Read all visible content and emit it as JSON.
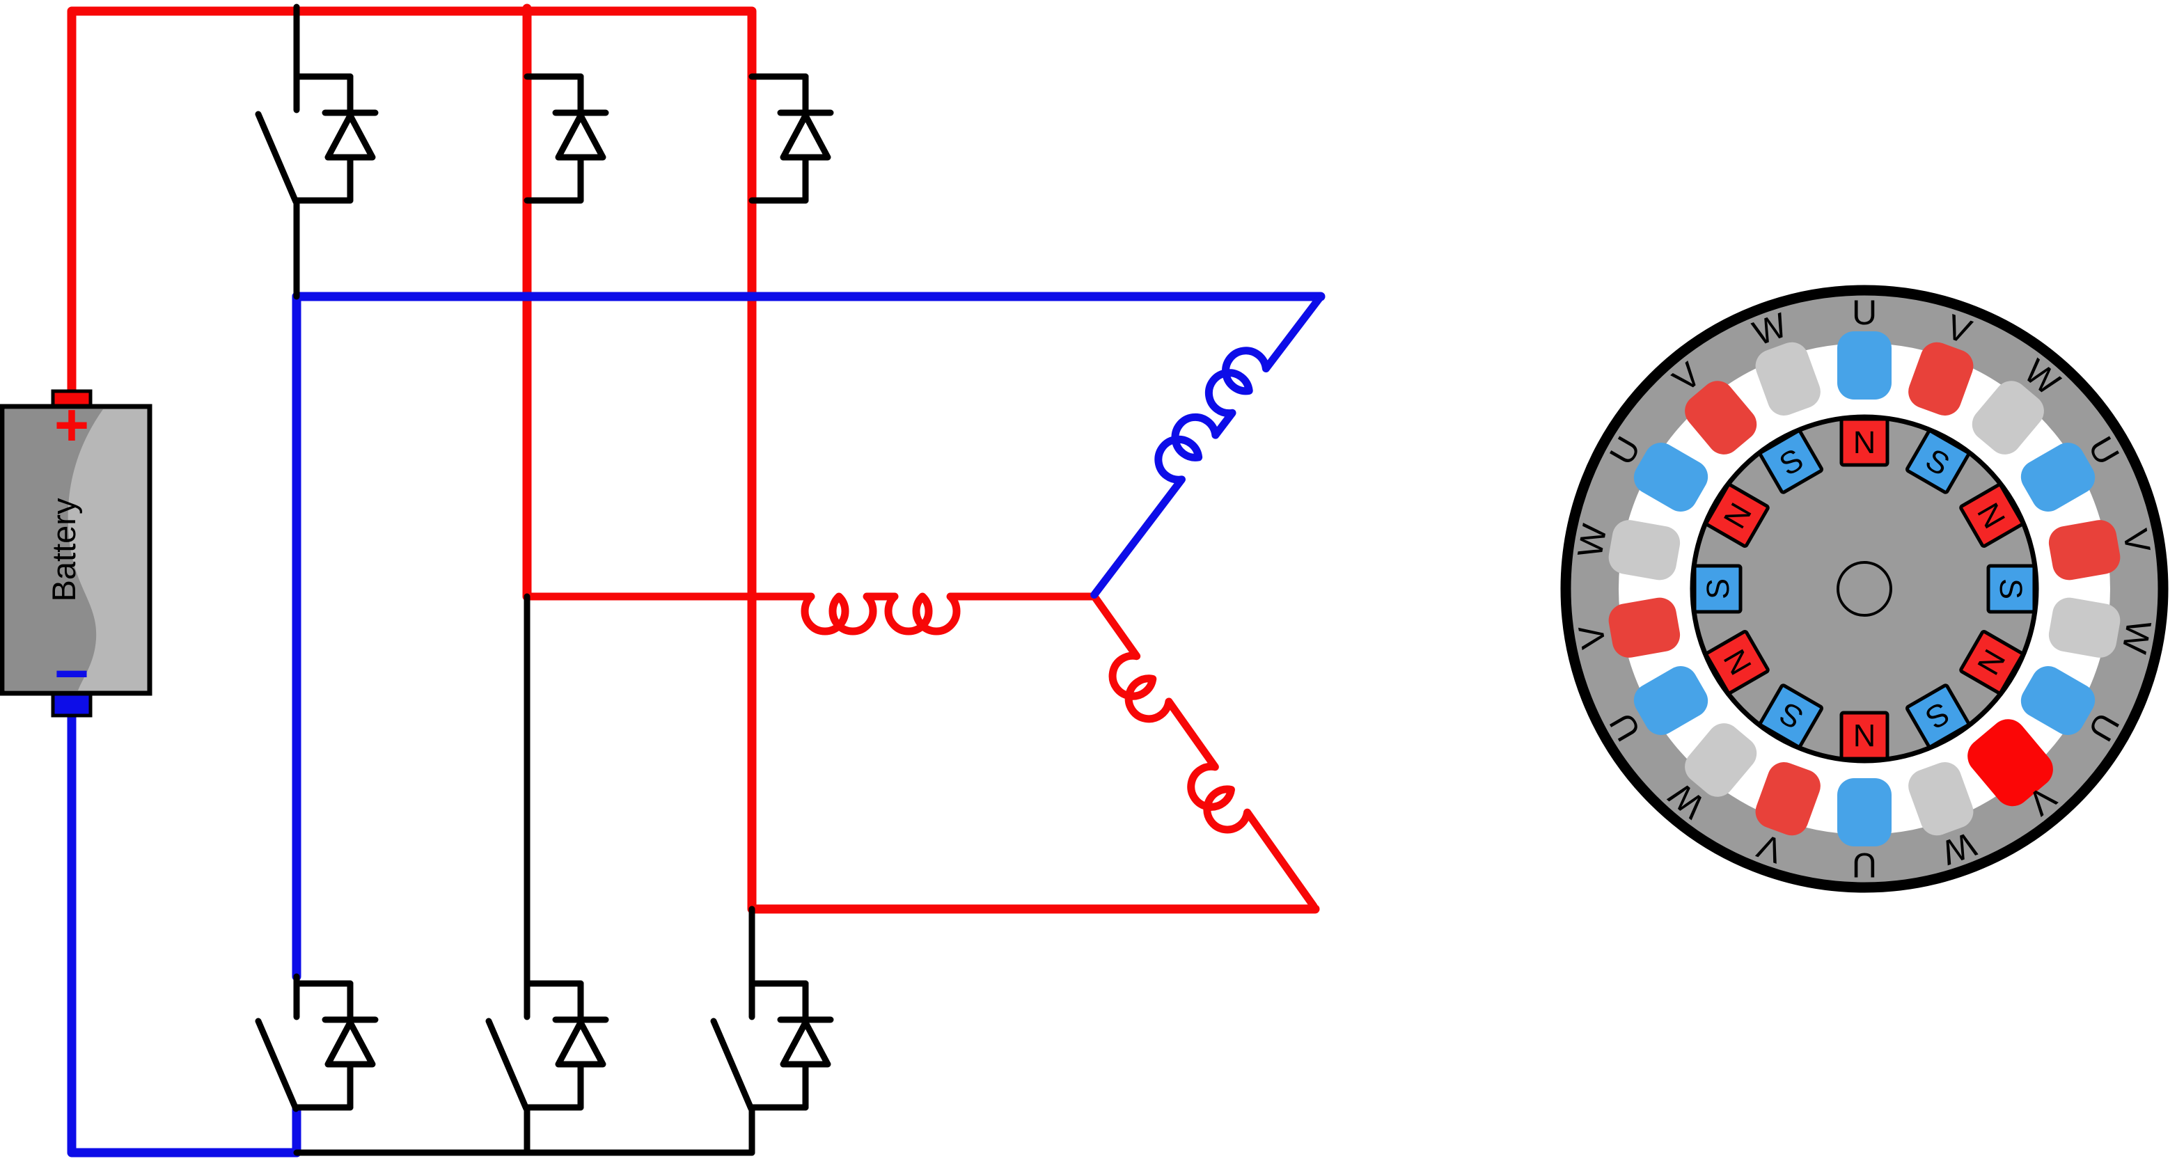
{
  "battery": {
    "label": "Battery",
    "plus_label": "+",
    "minus_label": "−"
  },
  "colors": {
    "wire_red": "#f70707",
    "wire_blue": "#0d0de8",
    "line_black": "#000000",
    "battery_body": "#b7b7b7",
    "battery_shade": "#8d8d8d",
    "motor_gray": "#9b9b9b",
    "slot_blue": "#47a3e8",
    "slot_red": "#e8413a",
    "slot_red_bright": "#fb0606",
    "slot_gray": "#c9c9c9",
    "magnet_red": "#f52525",
    "magnet_blue": "#42a0e8"
  },
  "motor": {
    "slots": [
      {
        "label": "U",
        "angle": 0,
        "color": "blue"
      },
      {
        "label": "V",
        "angle": 20,
        "color": "red"
      },
      {
        "label": "W",
        "angle": 40,
        "color": "gray"
      },
      {
        "label": "U",
        "angle": 60,
        "color": "blue"
      },
      {
        "label": "V",
        "angle": 80,
        "color": "red"
      },
      {
        "label": "W",
        "angle": 100,
        "color": "gray"
      },
      {
        "label": "U",
        "angle": 120,
        "color": "blue"
      },
      {
        "label": "V",
        "angle": 140,
        "color": "red_bright",
        "large": true
      },
      {
        "label": "W",
        "angle": 160,
        "color": "gray"
      },
      {
        "label": "U",
        "angle": 180,
        "color": "blue"
      },
      {
        "label": "V",
        "angle": 200,
        "color": "red"
      },
      {
        "label": "W",
        "angle": 220,
        "color": "gray"
      },
      {
        "label": "U",
        "angle": 240,
        "color": "blue"
      },
      {
        "label": "V",
        "angle": 260,
        "color": "red"
      },
      {
        "label": "W",
        "angle": 280,
        "color": "gray"
      },
      {
        "label": "U",
        "angle": 300,
        "color": "blue"
      },
      {
        "label": "V",
        "angle": 320,
        "color": "red"
      },
      {
        "label": "W",
        "angle": 340,
        "color": "gray"
      }
    ],
    "magnets": [
      {
        "label": "N",
        "angle": 0,
        "color": "red"
      },
      {
        "label": "S",
        "angle": 30,
        "color": "blue"
      },
      {
        "label": "N",
        "angle": 60,
        "color": "red"
      },
      {
        "label": "S",
        "angle": 90,
        "color": "blue"
      },
      {
        "label": "N",
        "angle": 120,
        "color": "red"
      },
      {
        "label": "S",
        "angle": 150,
        "color": "blue"
      },
      {
        "label": "N",
        "angle": 180,
        "color": "red"
      },
      {
        "label": "S",
        "angle": 210,
        "color": "blue"
      },
      {
        "label": "N",
        "angle": 240,
        "color": "red"
      },
      {
        "label": "S",
        "angle": 270,
        "color": "blue"
      },
      {
        "label": "N",
        "angle": 300,
        "color": "red"
      },
      {
        "label": "S",
        "angle": 330,
        "color": "blue"
      }
    ]
  }
}
